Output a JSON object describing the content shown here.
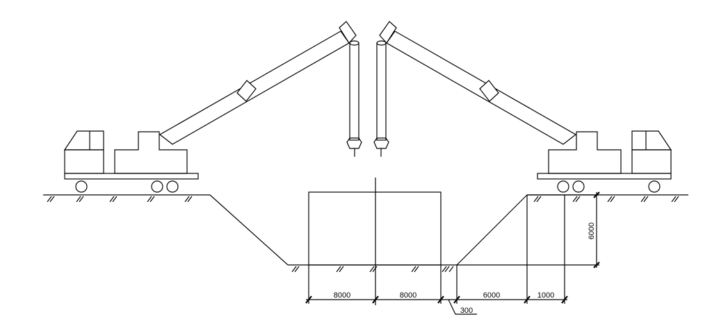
{
  "dimensions": {
    "left_span": "8000",
    "middle_span": "8000",
    "gap": "300",
    "slope_width": "6000",
    "top_offset": "1000",
    "depth": "6000"
  }
}
